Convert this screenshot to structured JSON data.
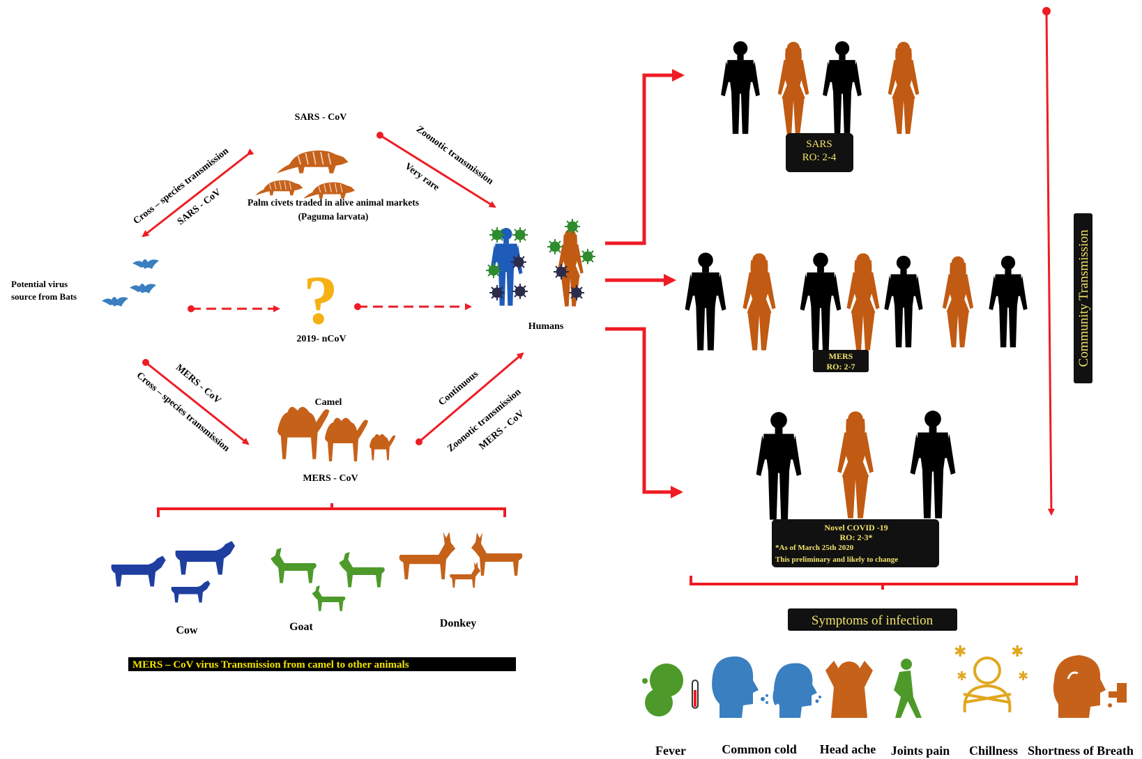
{
  "colors": {
    "arrow": "#ee1c24",
    "black_person": "#000000",
    "orange_person": "#c15a12",
    "animal_orange": "#c6611a",
    "cow_blue": "#1f3fa0",
    "goat_green": "#4d9a2a",
    "box_bg": "#111111",
    "box_text": "#f2e36b",
    "bat_blue": "#3a7fc0",
    "question": "#f5b014",
    "virus_green": "#2e8b2e",
    "virus_dark": "#2b2b4b"
  },
  "sources": {
    "bats_label_line1": "Potential virus",
    "bats_label_line2": "source  from Bats",
    "sars_title": "SARS - CoV",
    "civet_caption_line1": "Palm civets traded in alive animal markets",
    "civet_caption_line2": "(Paguma larvata)",
    "nCoV_label": "2019- nCoV",
    "question_mark": "?",
    "humans_label": "Humans",
    "camel_label": "Camel",
    "mers_title": "MERS - CoV"
  },
  "arrow_labels": {
    "cross_species_top": "Cross – species transmission",
    "sars_cov_top": "SARS - CoV",
    "zoonotic": "Zoonotic transmission",
    "very_rare": "Very rare",
    "mers_cov_bottom": "MERS - CoV",
    "cross_species_bottom": "Cross – species transmission",
    "continuous": "Continuous",
    "zoonotic_bottom": "Zoonotic transmission",
    "mers_cov_right": "MERS - CoV"
  },
  "animals": {
    "cow": "Cow",
    "goat": "Goat",
    "donkey": "Donkey",
    "banner": "MERS – CoV  virus Transmission  from camel  to other animals"
  },
  "boxes": {
    "sars_line1": "SARS",
    "sars_line2": "RO: 2-4",
    "mers_line1": "MERS",
    "mers_line2": "RO: 2-7",
    "covid_line1": "Novel  COVID -19",
    "covid_line2": "RO: 2-3*",
    "covid_line3": "*As of March 25th 2020",
    "covid_line4": "This preliminary and likely to change"
  },
  "community": "Community Transmission",
  "symptoms": {
    "title": "Symptoms of infection",
    "items": [
      "Fever",
      "Common cold",
      "Head ache",
      "Joints pain",
      "Chillness",
      "Shortness of Breath"
    ]
  }
}
